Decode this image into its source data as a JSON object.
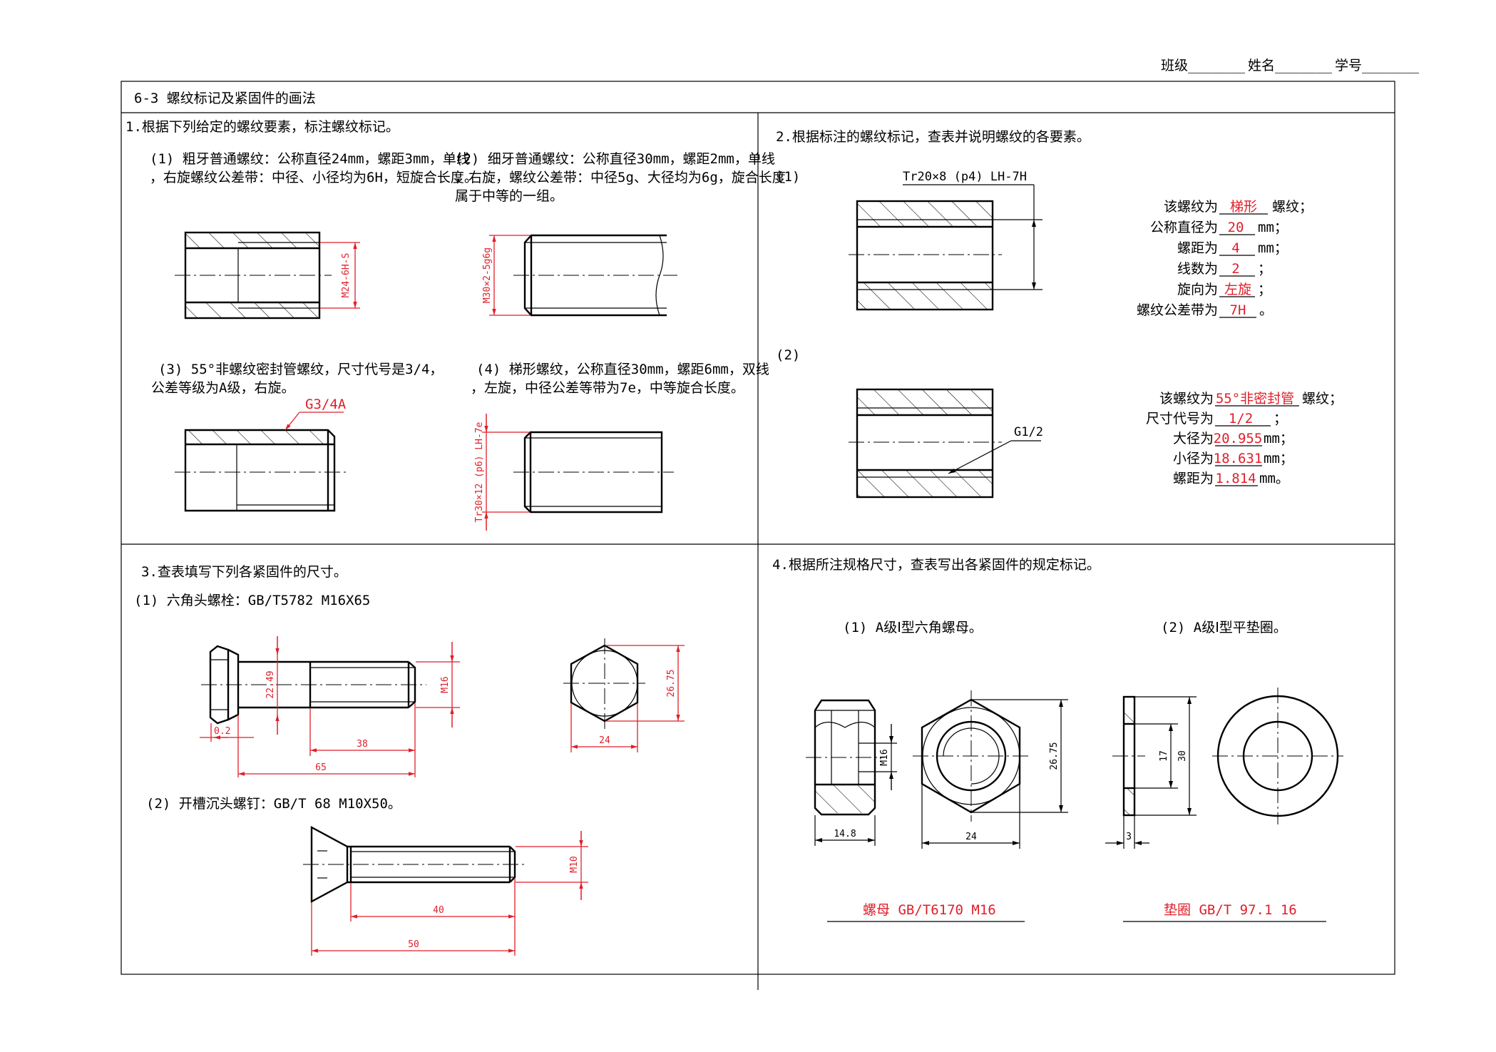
{
  "header": {
    "class_label": "班级_______",
    "name_label": "姓名_______",
    "id_label": "学号_______"
  },
  "sheet_title": "6-3 螺纹标记及紧固件的画法",
  "section1": {
    "heading": "1.根据下列给定的螺纹要素，标注螺纹标记。",
    "p1": {
      "line1": "(1) 粗牙普通螺纹：公称直径24mm，螺距3mm，单线",
      "line2": "，右旋螺纹公差带：中径、小径均为6H，短旋合长度。",
      "mark": "M24-6H-S"
    },
    "p2": {
      "line1": "(2) 细牙普通螺纹：公称直径30mm，螺距2mm，单线",
      "line2": "，右旋，螺纹公差带：中径5g、大径均为6g，旋合长度",
      "line3": "属于中等的一组。",
      "mark": "M30×2-5g6g"
    },
    "p3": {
      "line1": "(3) 55°非螺纹密封管螺纹，尺寸代号是3/4，",
      "line2": "公差等级为A级，右旋。",
      "mark": "G3/4A"
    },
    "p4": {
      "line1": "(4) 梯形螺纹，公称直径30mm，螺距6mm，双线",
      "line2": "，左旋，中径公差等带为7e，中等旋合长度。",
      "mark": "Tr30×12 (p6) LH-7e"
    }
  },
  "section2": {
    "heading": "2.根据标注的螺纹标记，查表并说明螺纹的各要素。",
    "p1": {
      "label": "(1)",
      "mark": "Tr20×8 (p4) LH-7H",
      "rows": [
        {
          "prefix": "该螺纹为",
          "answer": "梯形",
          "suffix": "螺纹；"
        },
        {
          "prefix": "公称直径为",
          "answer": "20",
          "suffix": "mm；"
        },
        {
          "prefix": "螺距为",
          "answer": "4",
          "suffix": "mm；"
        },
        {
          "prefix": "线数为",
          "answer": "2",
          "suffix": "；"
        },
        {
          "prefix": "旋向为",
          "answer": "左旋",
          "suffix": "；"
        },
        {
          "prefix": "螺纹公差带为",
          "answer": "7H",
          "suffix": "。"
        }
      ]
    },
    "p2": {
      "label": "(2)",
      "mark": "G1/2",
      "rows": [
        {
          "prefix": "该螺纹为",
          "answer": "55°非密封管",
          "suffix": "螺纹；"
        },
        {
          "prefix": "尺寸代号为",
          "answer": "1/2",
          "suffix": "；"
        },
        {
          "prefix": "大径为",
          "answer": "20.955",
          "suffix": "mm；"
        },
        {
          "prefix": "小径为",
          "answer": "18.631",
          "suffix": "mm；"
        },
        {
          "prefix": "螺距为",
          "answer": "1.814",
          "suffix": "mm。"
        }
      ]
    }
  },
  "section3": {
    "heading": "3.查表填写下列各紧固件的尺寸。",
    "bolt": {
      "title": "(1) 六角头螺栓：GB/T5782 M16X65",
      "d_head": "22.49",
      "d_thread": "M16",
      "fillet": "0.2",
      "thread_len": "38",
      "length": "65",
      "across_corners": "26.75",
      "across_flats": "24"
    },
    "screw": {
      "title": "(2) 开槽沉头螺钉：GB/T  68  M10X50。",
      "d_thread": "M10",
      "thread_len": "40",
      "length": "50"
    }
  },
  "section4": {
    "heading": "4.根据所注规格尺寸，查表写出各紧固件的规定标记。",
    "nut": {
      "title": "(1) A级Ⅰ型六角螺母。",
      "d_thread": "M16",
      "height": "14.8",
      "across_corners": "26.75",
      "across_flats": "24",
      "answer": "螺母 GB/T6170  M16"
    },
    "washer": {
      "title": "(2) A级Ⅰ型平垫圈。",
      "d_inner": "17",
      "d_outer": "30",
      "thickness": "3",
      "answer": "垫圈 GB/T 97.1  16"
    }
  },
  "colors": {
    "ink": "#000000",
    "answer_red": "#e01f2a",
    "paper": "#ffffff"
  }
}
